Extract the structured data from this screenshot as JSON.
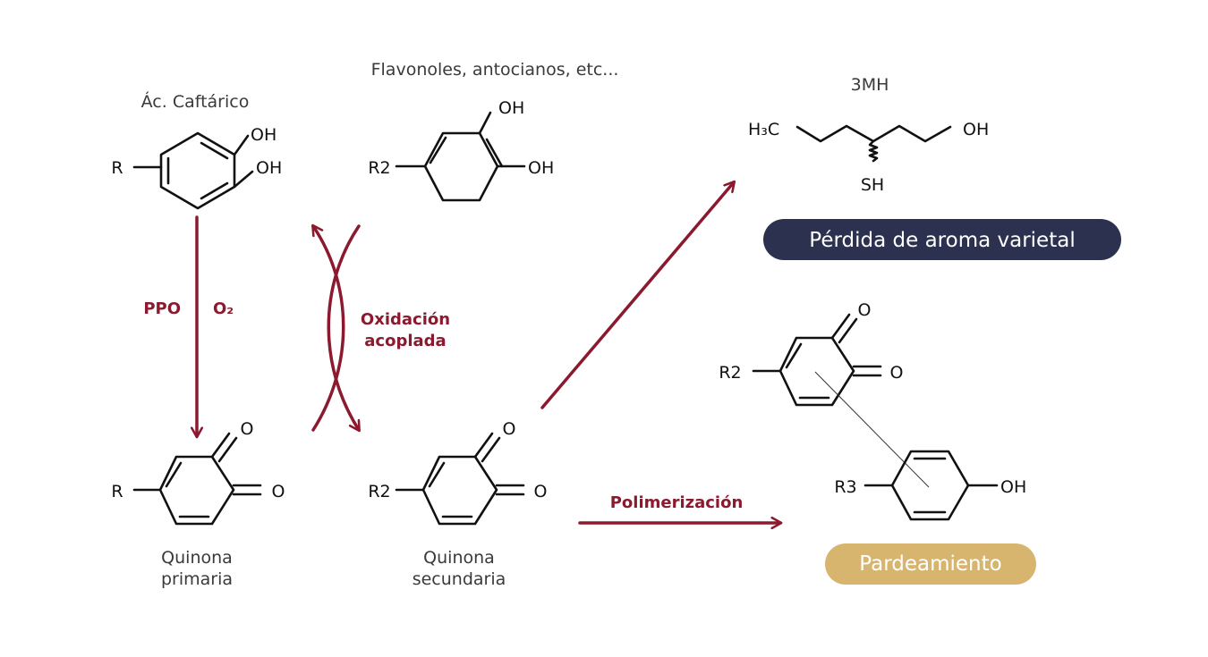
{
  "colors": {
    "arrow": "#8b1a2f",
    "pill_dark": "#2d3150",
    "pill_gold": "#d8b56e",
    "bond": "#111111",
    "label_gray": "#3a3a3a"
  },
  "labels": {
    "caftarico": "Ác. Caftárico",
    "flavonoles": "Flavonoles, antocianos, etc...",
    "mh3": "3MH",
    "quinona_primaria": [
      "Quinona",
      "primaria"
    ],
    "quinona_secundaria": [
      "Quinona",
      "secundaria"
    ]
  },
  "atoms": {
    "r": "R",
    "r2": "R2",
    "r3": "R3",
    "oh": "OH",
    "o": "O",
    "h3c": "H₃C",
    "sh": "SH"
  },
  "arrows": {
    "ppo": "PPO",
    "o2": "O₂",
    "oxidacion": [
      "Oxidación",
      "acoplada"
    ],
    "polimerizacion": "Polimerización"
  },
  "pills": {
    "perdida": "Pérdida de aroma varietal",
    "pardeamiento": "Pardeamiento"
  }
}
